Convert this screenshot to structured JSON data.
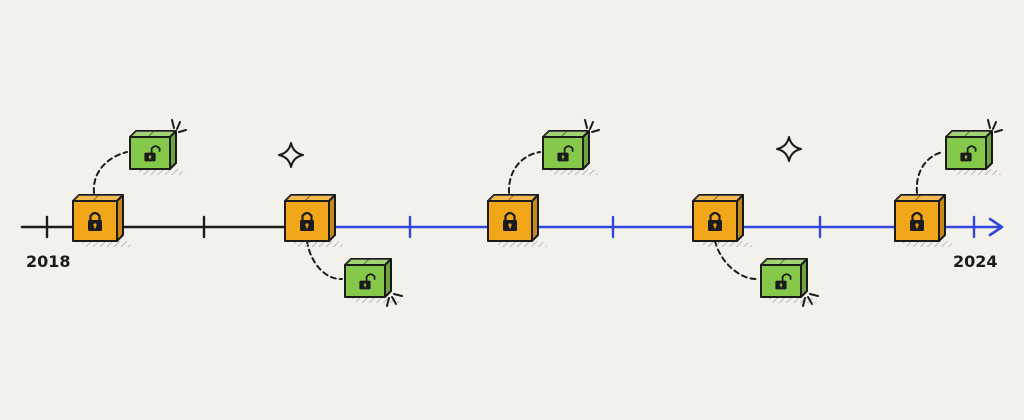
{
  "timeline": {
    "start_label": "2018",
    "end_label": "2024",
    "colors": {
      "past_line": "#1b1b1b",
      "future_line": "#3446e0",
      "locked_box": "#f2a71b",
      "unlocked_box": "#86c94a",
      "outline": "#1b1b1b",
      "background": "#f3f1ec"
    },
    "locked_boxes": [
      {
        "icon": "padlock-closed-icon"
      },
      {
        "icon": "padlock-closed-icon"
      },
      {
        "icon": "padlock-closed-icon"
      },
      {
        "icon": "padlock-closed-icon"
      },
      {
        "icon": "padlock-closed-icon"
      }
    ],
    "unlocked_boxes": [
      {
        "icon": "padlock-open-icon",
        "side": "above"
      },
      {
        "icon": "padlock-open-icon",
        "side": "below"
      },
      {
        "icon": "padlock-open-icon",
        "side": "above"
      },
      {
        "icon": "padlock-open-icon",
        "side": "below"
      },
      {
        "icon": "padlock-open-icon",
        "side": "above"
      }
    ],
    "decorations": [
      "sparkle-icon",
      "sparkle-icon"
    ]
  }
}
